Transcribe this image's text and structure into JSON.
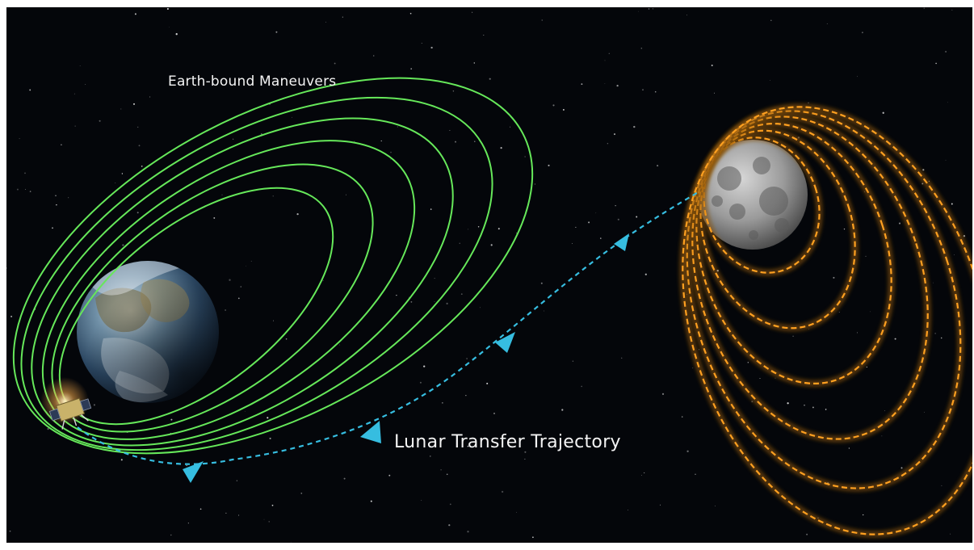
{
  "labels": {
    "earth_bound": "Earth-bound Maneuvers",
    "lunar_transfer": "Lunar Transfer Trajectory"
  },
  "colors": {
    "space_background": "#04060a",
    "earth_orbits": "#66e85a",
    "transfer_trajectory": "#36bde0",
    "lunar_orbits": "#ffa020"
  },
  "icons": {
    "earth": "earth-icon",
    "moon": "moon-icon",
    "spacecraft": "spacecraft-icon"
  },
  "counts": {
    "earth_orbit_count": 6,
    "lunar_orbit_count": 6
  }
}
